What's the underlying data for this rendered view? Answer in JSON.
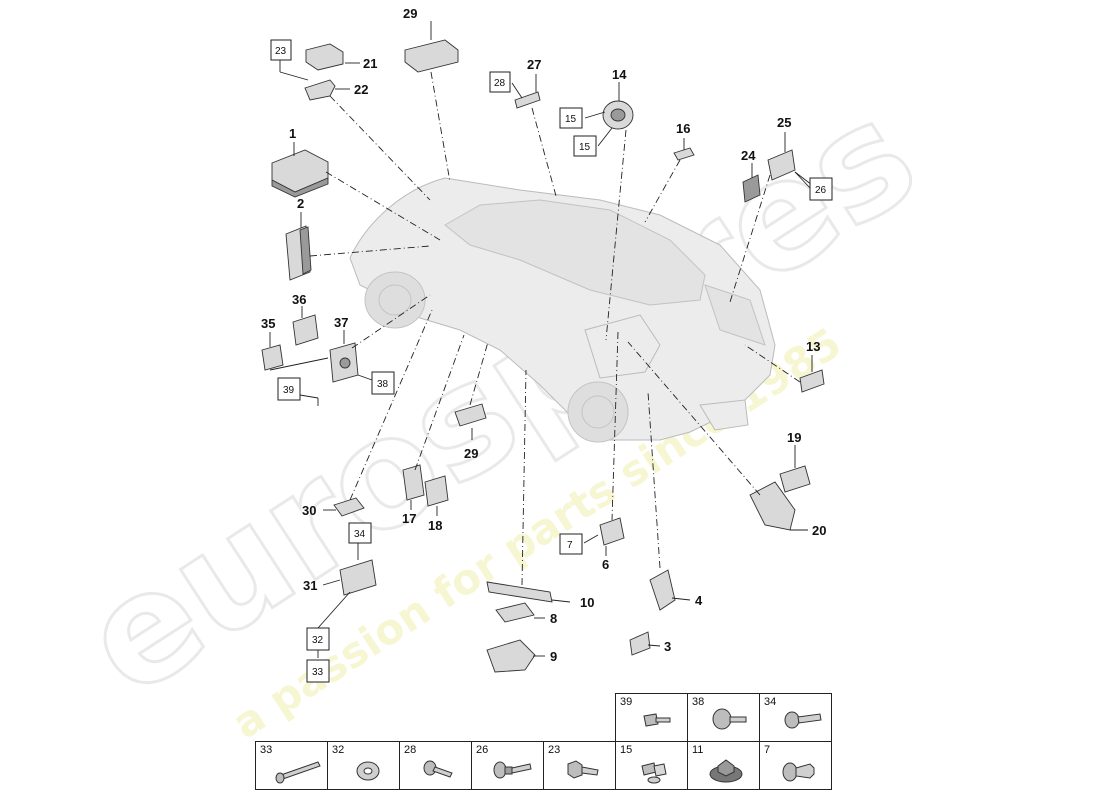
{
  "watermark": {
    "brand": "eurospares",
    "tagline": "a passion for parts since 1985"
  },
  "callouts": {
    "c1": "1",
    "c2": "2",
    "c3": "3",
    "c4": "4",
    "c6": "6",
    "c8": "8",
    "c9": "9",
    "c10": "10",
    "c13": "13",
    "c14": "14",
    "c16": "16",
    "c17": "17",
    "c18": "18",
    "c19": "19",
    "c20": "20",
    "c21": "21",
    "c22": "22",
    "c24": "24",
    "c25": "25",
    "c27": "27",
    "c29a": "29",
    "c29b": "29",
    "c30": "30",
    "c31": "31",
    "c35": "35",
    "c36": "36",
    "c37": "37"
  },
  "boxed": {
    "b7": "7",
    "b15a": "15",
    "b15b": "15",
    "b23": "23",
    "b26": "26",
    "b28": "28",
    "b32": "32",
    "b33": "33",
    "b34": "34",
    "b38": "38",
    "b39": "39"
  },
  "fasteners": {
    "top_row": [
      {
        "number": "39",
        "icon": "flange-screw-icon"
      },
      {
        "number": "38",
        "icon": "pan-head-screw-icon"
      },
      {
        "number": "34",
        "icon": "torx-screw-icon"
      }
    ],
    "bottom_row": [
      {
        "number": "33",
        "icon": "long-bolt-icon"
      },
      {
        "number": "32",
        "icon": "washer-icon"
      },
      {
        "number": "28",
        "icon": "short-screw-icon"
      },
      {
        "number": "26",
        "icon": "collar-screw-icon"
      },
      {
        "number": "23",
        "icon": "hex-screw-icon"
      },
      {
        "number": "15",
        "icon": "stud-nut-icon"
      },
      {
        "number": "11",
        "icon": "flange-nut-icon"
      },
      {
        "number": "7",
        "icon": "plastic-rivet-icon"
      }
    ]
  }
}
